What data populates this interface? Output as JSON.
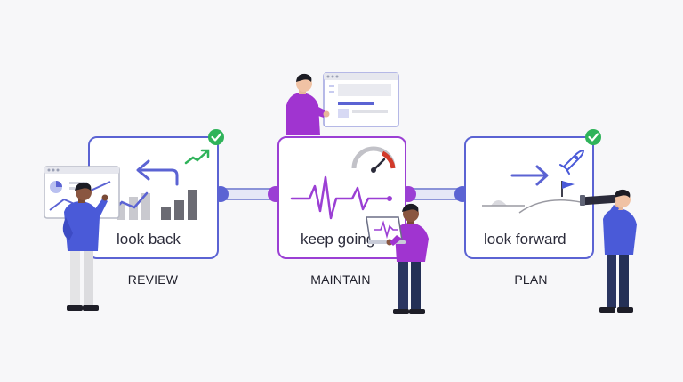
{
  "stages": [
    {
      "key": "review",
      "card_text": "look back",
      "label": "REVIEW",
      "completed": true
    },
    {
      "key": "maintain",
      "card_text": "keep going",
      "label": "MAINTAIN",
      "completed": false
    },
    {
      "key": "plan",
      "card_text": "look forward",
      "label": "PLAN",
      "completed": true
    }
  ],
  "colors": {
    "card_border_blue": "#5b63d3",
    "card_border_purple": "#9b3fd4",
    "connector": "#8b93d8",
    "check_green": "#2fb35a",
    "figure_blue": "#4a5ad8",
    "figure_purple": "#a034d0",
    "figure_navy": "#2a3560"
  },
  "icons": [
    "undo-arrow-icon",
    "trend-up-icon",
    "bar-chart-icon",
    "gauge-icon",
    "heartbeat-icon",
    "right-arrow-icon",
    "rocket-icon",
    "flag-icon",
    "check-icon"
  ]
}
